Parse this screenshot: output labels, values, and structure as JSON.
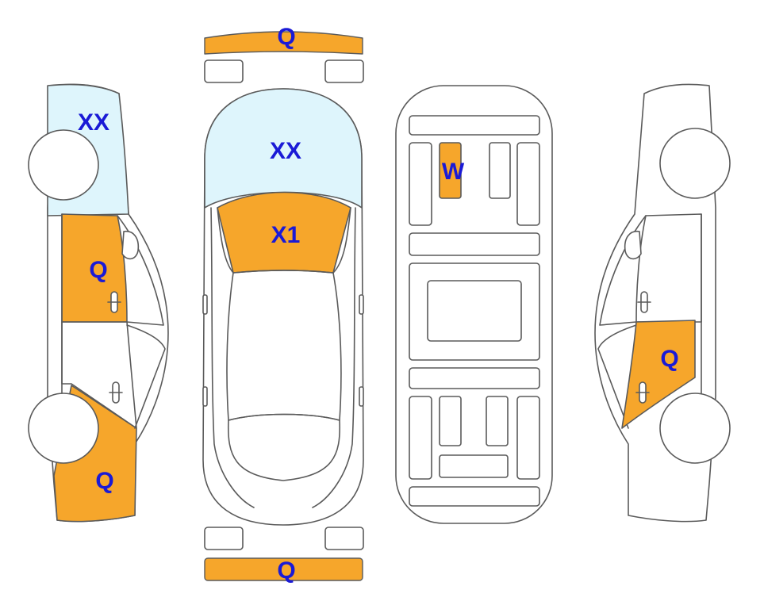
{
  "colors": {
    "damage": "#f6a62b",
    "glass": "#def5fc",
    "outline": "#5a5a5a",
    "label": "#1a1ad6"
  },
  "labels": {
    "front_bumper": "Q",
    "left_windshield": "XX",
    "left_front_door": "Q",
    "left_rear_quarter": "Q",
    "top_windshield": "XX",
    "top_hood": "X1",
    "underbody_part": "W",
    "right_rear_door": "Q",
    "rear_bumper": "Q"
  }
}
